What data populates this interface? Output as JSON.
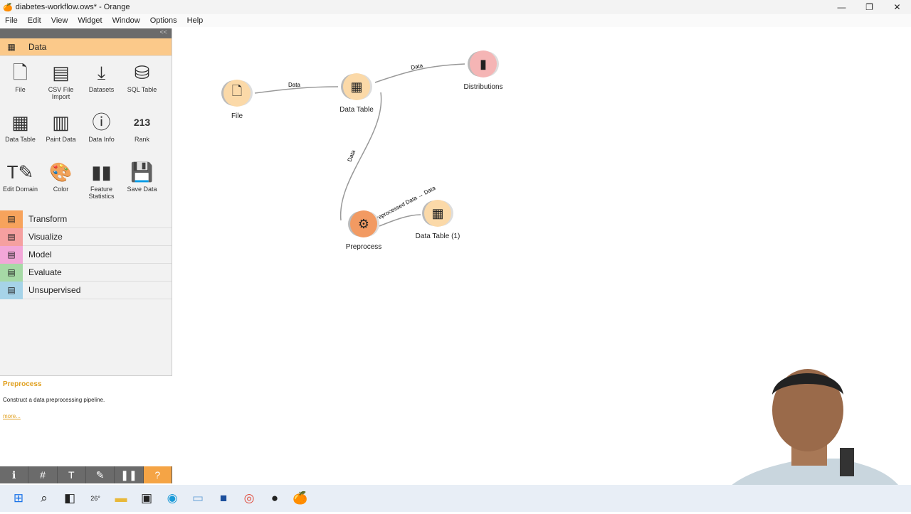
{
  "window": {
    "title": "diabetes-workflow.ows* - Orange",
    "controls": [
      "—",
      "❐",
      "✕"
    ]
  },
  "menu": [
    "File",
    "Edit",
    "View",
    "Widget",
    "Window",
    "Options",
    "Help"
  ],
  "panel": {
    "collapse": "<<",
    "active_category": "Data",
    "widgets": [
      {
        "label": "File",
        "icon": "file-icon",
        "glyph": "🗋"
      },
      {
        "label": "CSV File Import",
        "icon": "csv-icon",
        "glyph": "▤"
      },
      {
        "label": "Datasets",
        "icon": "datasets-icon",
        "glyph": "⤓"
      },
      {
        "label": "SQL Table",
        "icon": "database-icon",
        "glyph": "⛁"
      },
      {
        "label": "Data Table",
        "icon": "table-icon",
        "glyph": "▦"
      },
      {
        "label": "Paint Data",
        "icon": "paint-data-icon",
        "glyph": "▥"
      },
      {
        "label": "Data Info",
        "icon": "info-icon",
        "glyph": "ⓘ"
      },
      {
        "label": "Rank",
        "icon": "rank-icon",
        "glyph": "213"
      },
      {
        "label": "Edit Domain",
        "icon": "edit-domain-icon",
        "glyph": "T✎"
      },
      {
        "label": "Color",
        "icon": "palette-icon",
        "glyph": "🎨"
      },
      {
        "label": "Feature Statistics",
        "icon": "feature-statistics-icon",
        "glyph": "▮▮"
      },
      {
        "label": "Save Data",
        "icon": "save-icon",
        "glyph": "💾"
      }
    ],
    "categories": [
      {
        "label": "Transform",
        "color": "#f7a35c"
      },
      {
        "label": "Visualize",
        "color": "#f5a0a0"
      },
      {
        "label": "Model",
        "color": "#f2a7d8"
      },
      {
        "label": "Evaluate",
        "color": "#a6d9a6"
      },
      {
        "label": "Unsupervised",
        "color": "#a6d3e8"
      }
    ],
    "description": {
      "title": "Preprocess",
      "text": "Construct a data preprocessing pipeline.",
      "more": "more..."
    },
    "toolbar": [
      "ℹ",
      "#",
      "T",
      "✎",
      "❚❚",
      "?"
    ]
  },
  "canvas": {
    "nodes": [
      {
        "label": "File",
        "glyph": "🗋",
        "color": "#fbd9a8"
      },
      {
        "label": "Data Table",
        "glyph": "▦",
        "color": "#fbd9a8"
      },
      {
        "label": "Distributions",
        "glyph": "▮",
        "color": "#f5b5b5"
      },
      {
        "label": "Preprocess",
        "glyph": "⚙",
        "color": "#f29a62"
      },
      {
        "label": "Data Table (1)",
        "glyph": "▦",
        "color": "#fbd9a8"
      }
    ],
    "links": [
      "Data",
      "Data",
      "Data",
      "Preprocessed Data → Data"
    ]
  },
  "taskbar": {
    "weather": "26°",
    "icons": [
      "windows-start-icon",
      "search-icon",
      "task-view-icon",
      "weather-icon",
      "file-explorer-icon",
      "terminal-icon",
      "edge-icon",
      "monitor-icon",
      "store-icon",
      "chrome-icon",
      "obs-icon",
      "orange-icon"
    ]
  }
}
